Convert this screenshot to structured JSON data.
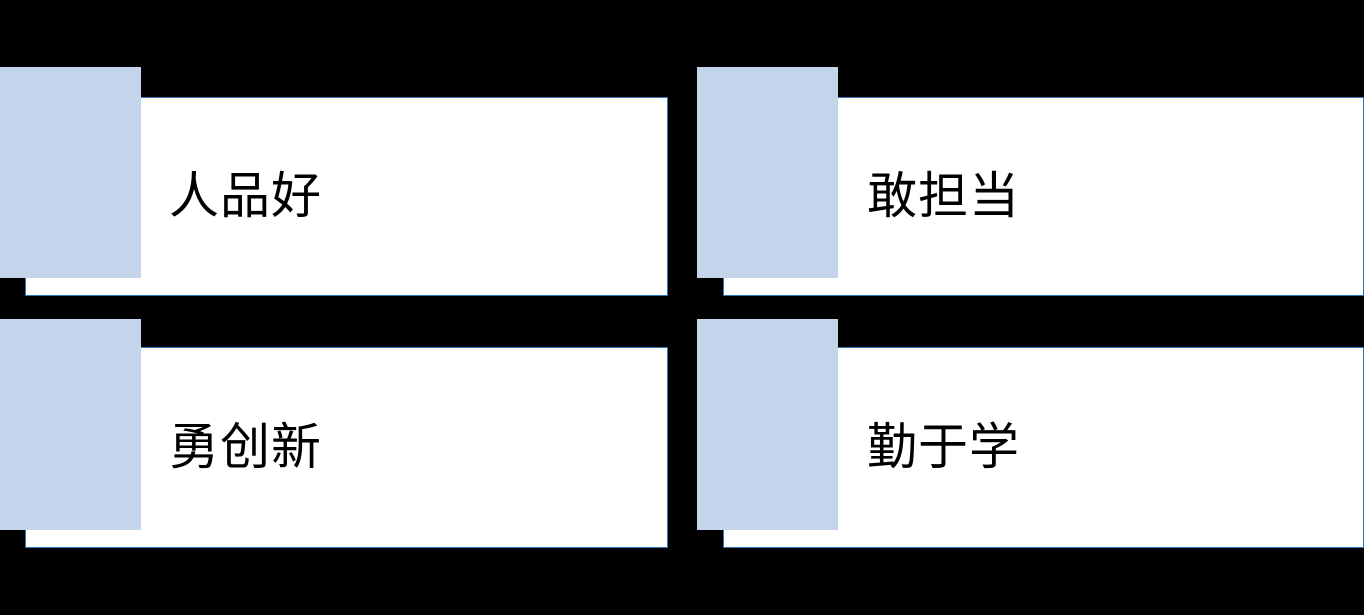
{
  "slide": {
    "background_color": "#000000",
    "accent_color": "#c3d4eb",
    "panel_color": "#ffffff",
    "panel_border_color": "#2e74b5",
    "text_color": "#000000"
  },
  "cards": [
    {
      "id": "card-1",
      "label": "人品好"
    },
    {
      "id": "card-2",
      "label": "敢担当"
    },
    {
      "id": "card-3",
      "label": "勇创新"
    },
    {
      "id": "card-4",
      "label": "勤于学"
    }
  ]
}
